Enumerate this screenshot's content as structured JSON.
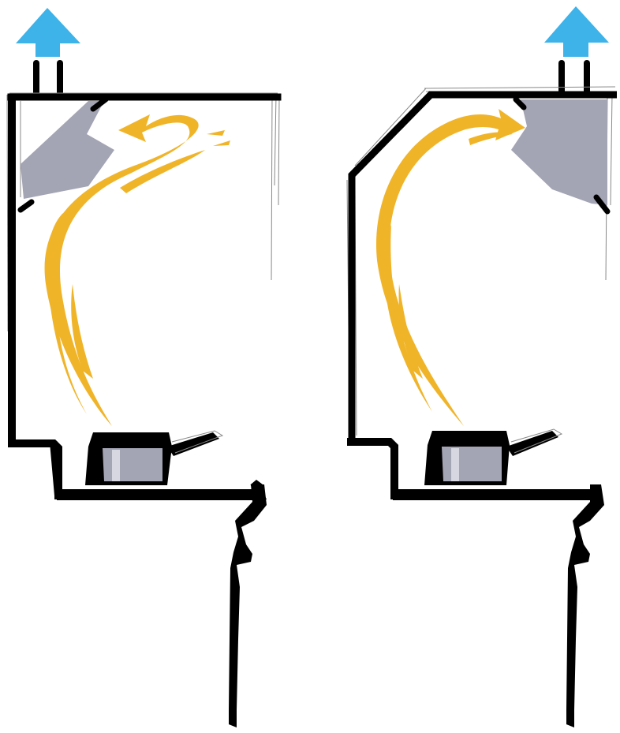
{
  "colors": {
    "background": "#ffffff",
    "wall": "#000000",
    "sketch_line": "#888888",
    "hood_panel": "#a3a4b4",
    "pot_body": "#a3a4b4",
    "pot_highlight": "#d6d7e0",
    "airflow": "#f0b429",
    "exhaust_arrow": "#3db3ea"
  },
  "icons": {
    "exhaust": "up-arrow-icon",
    "airflow": "curved-arrow-icon"
  },
  "panels": [
    {
      "variant": "left",
      "hood_position": "top-left",
      "ceiling_shape": "flat"
    },
    {
      "variant": "right",
      "hood_position": "top-right",
      "ceiling_shape": "angled"
    }
  ]
}
